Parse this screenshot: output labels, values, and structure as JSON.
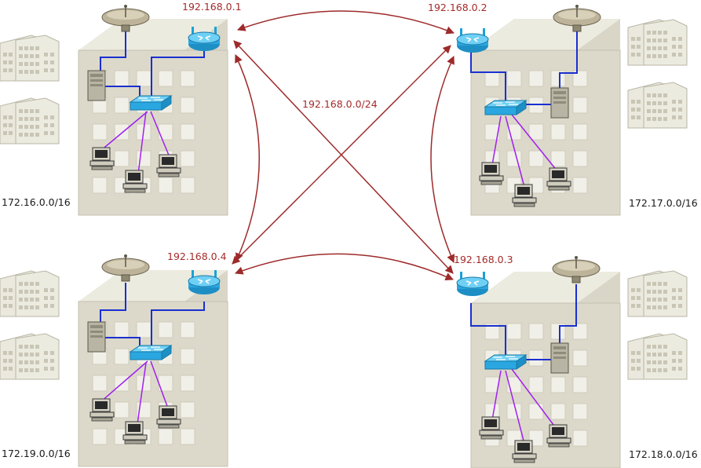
{
  "diagram": {
    "wan_label": "192.168.0.0/24",
    "colors": {
      "wan_link": "#9e2a2a",
      "trunk_link": "#1a2fd1",
      "access_link": "#a020f0",
      "building_wall": "#d9d6c7",
      "building_side": "#ebe9dd",
      "window": "#f1f0e8",
      "device_blue": "#2aa7e0"
    },
    "sites": [
      {
        "id": "site-1",
        "router_ip": "192.168.0.1",
        "lan": "172.16.0.0/16"
      },
      {
        "id": "site-2",
        "router_ip": "192.168.0.2",
        "lan": "172.17.0.0/16"
      },
      {
        "id": "site-3",
        "router_ip": "192.168.0.3",
        "lan": "172.18.0.0/16"
      },
      {
        "id": "site-4",
        "router_ip": "192.168.0.4",
        "lan": "172.19.0.0/16"
      }
    ]
  }
}
